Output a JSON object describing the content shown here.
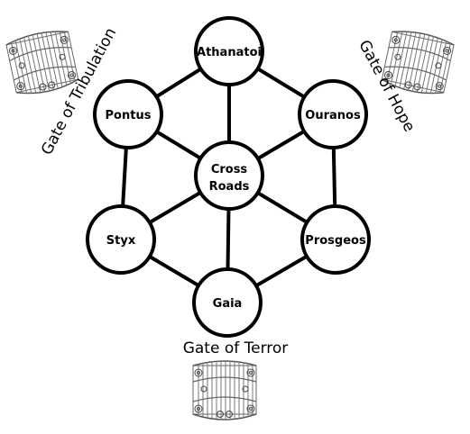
{
  "nodes": {
    "athanatoi": "Athanatoi",
    "pontus": "Pontus",
    "ouranos": "Ouranos",
    "crossroads_line1": "Cross",
    "crossroads_line2": "Roads",
    "styx": "Styx",
    "prosgeos": "Prosgeos",
    "gaia": "Gaia"
  },
  "gates": {
    "tribulation": "Gate of Tribulation",
    "hope": "Gate of Hope",
    "terror": "Gate of Terror"
  },
  "colors": {
    "stroke": "#000000",
    "node_fill": "#ffffff",
    "gate_gray": "#888888"
  }
}
